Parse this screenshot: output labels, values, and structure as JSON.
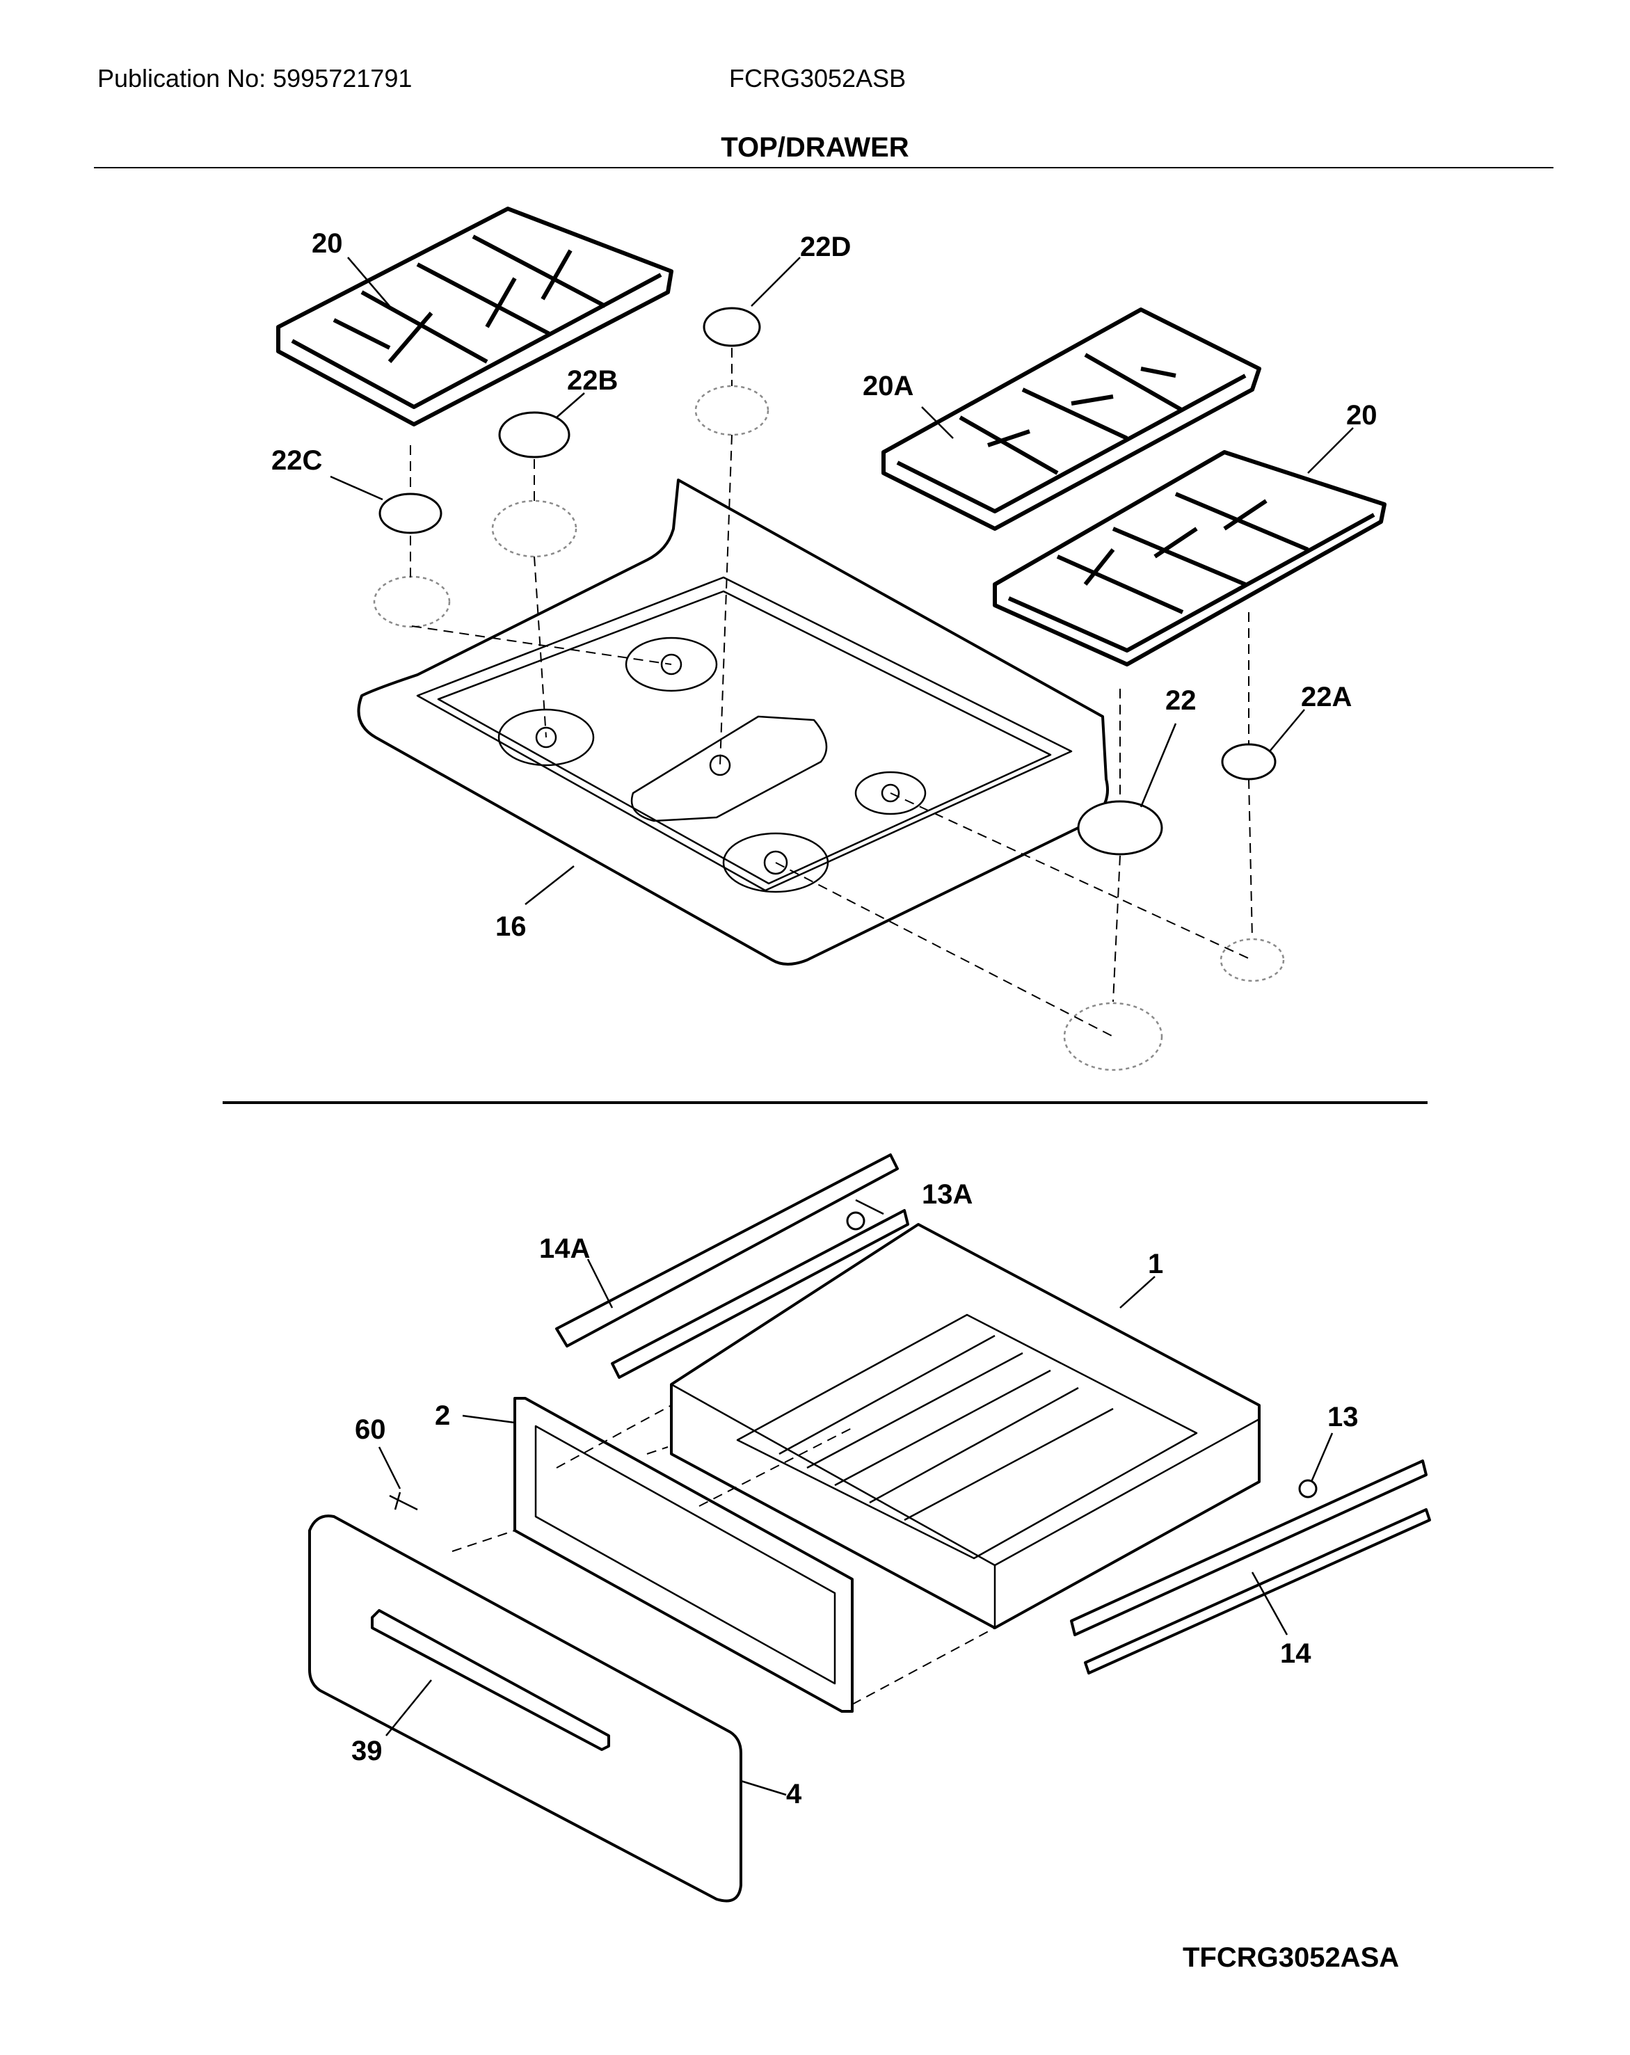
{
  "header": {
    "publication": "Publication No: 5995721791",
    "model": "FCRG3052ASB",
    "section_title": "TOP/DRAWER"
  },
  "footer": {
    "diagram_code": "TFCRG3052ASA"
  },
  "callouts": {
    "grate_left": "20",
    "grate_right": "20",
    "grate_center_right": "20A",
    "cap_22": "22",
    "cap_22a": "22A",
    "cap_22b": "22B",
    "cap_22c": "22C",
    "cap_22d": "22D",
    "cooktop": "16",
    "drawer": "1",
    "drawer_panel": "2",
    "drawer_front": "4",
    "handle": "39",
    "screw": "60",
    "slide_right": "14",
    "slide_left": "14A",
    "roller_right": "13",
    "roller_left": "13A"
  },
  "colors": {
    "line": "#000000",
    "hidden_part": "#8a8a8a",
    "background": "#ffffff"
  }
}
